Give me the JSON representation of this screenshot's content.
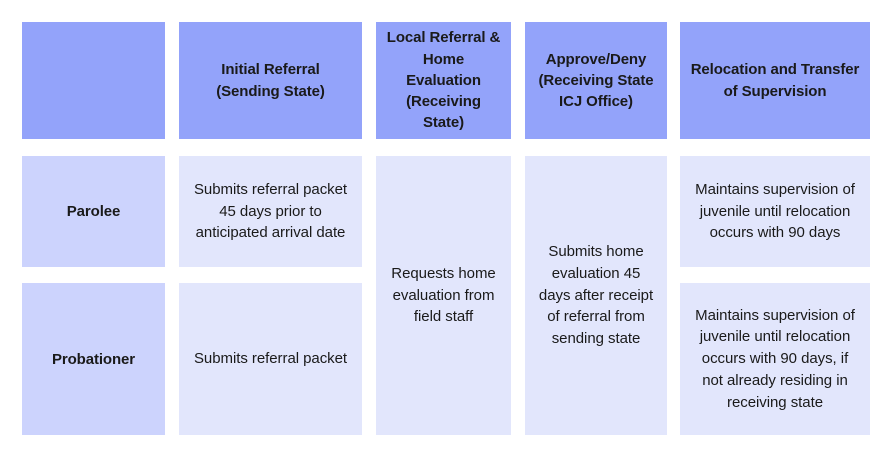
{
  "colors": {
    "header_bg": "#93a3fa",
    "row_label_bg": "#ccd3fd",
    "content_bg": "#e2e6fc",
    "text": "#1a1a1a",
    "page_bg": "#ffffff"
  },
  "table": {
    "corner_label": "",
    "columns": [
      {
        "key": "row_label",
        "label": ""
      },
      {
        "key": "initial_referral",
        "label": "Initial Referral\n(Sending State)"
      },
      {
        "key": "local_referral",
        "label": "Local Referral & Home Evaluation (Receiving State)"
      },
      {
        "key": "approve_deny",
        "label": "Approve/Deny (Receiving State ICJ Office)"
      },
      {
        "key": "relocation",
        "label": "Relocation and Transfer of Supervision"
      }
    ],
    "headers": {
      "col1": "",
      "col2": "Initial Referral (Sending State)",
      "col3": "Local Referral & Home Evaluation (Receiving State)",
      "col4": "Approve/Deny (Receiving State ICJ Office)",
      "col5": "Relocation and Transfer of Supervision"
    },
    "rows": [
      {
        "label": "Parolee",
        "initial_referral": "Submits referral packet 45 days prior to anticipated arrival date",
        "relocation": "Maintains supervision of juvenile until relocation occurs with 90 days"
      },
      {
        "label": "Probationer",
        "initial_referral": "Submits referral packet",
        "relocation": "Maintains supervision of juvenile until relocation occurs with 90 days, if not already residing in  receiving state"
      }
    ],
    "merged_cells": {
      "local_referral": "Requests home evaluation from field staff",
      "approve_deny": "Submits home evaluation 45 days after receipt of referral from sending state"
    }
  }
}
